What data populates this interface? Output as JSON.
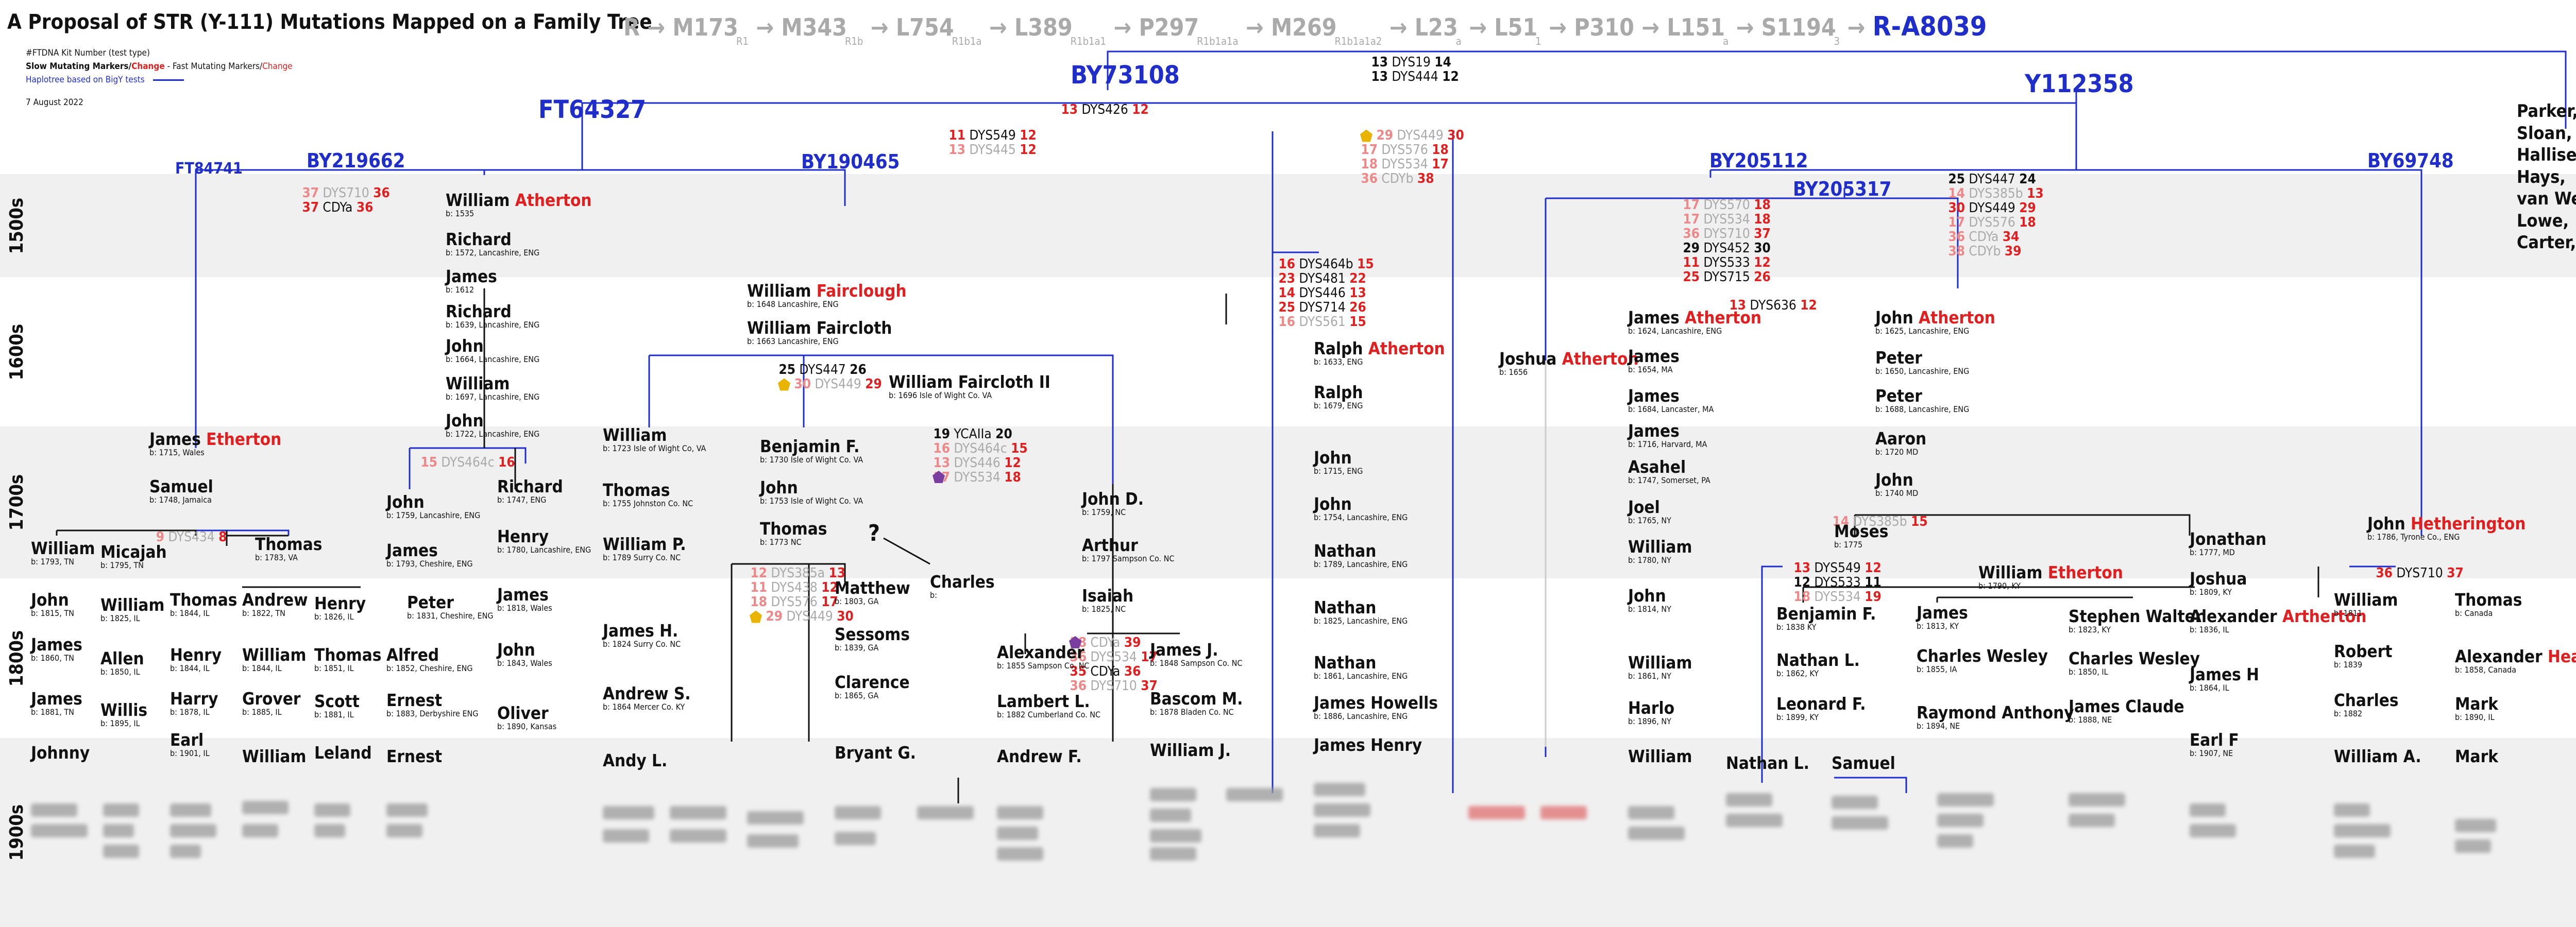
{
  "title": "A Proposal of STR (Y-111) Mutations Mapped on a Family Tree",
  "date": "7 August 2022",
  "legend": {
    "line1": "#FTDNA Kit Number (test type)",
    "line2a": "Slow Mutating Markers/",
    "line2b": "Change",
    "line2c": " - Fast Mutating Markers/",
    "line2d": "Change",
    "line3": "Haplotree based on BigY tests"
  },
  "path": [
    {
      "name": "R",
      "sub": ""
    },
    {
      "name": "M173",
      "sub": "R1"
    },
    {
      "name": "M343",
      "sub": "R1b"
    },
    {
      "name": "L754",
      "sub": "R1b1a"
    },
    {
      "name": "L389",
      "sub": "R1b1a1"
    },
    {
      "name": "P297",
      "sub": "R1b1a1a"
    },
    {
      "name": "M269",
      "sub": "R1b1a1a2"
    },
    {
      "name": "L23",
      "sub": "a"
    },
    {
      "name": "L51",
      "sub": "1"
    },
    {
      "name": "P310",
      "sub": ""
    },
    {
      "name": "L151",
      "sub": "a"
    },
    {
      "name": "S1194",
      "sub": "3"
    }
  ],
  "path_last": "R-A8039",
  "centuries": [
    "1500s",
    "1600s",
    "1700s",
    "1800s",
    "1900s"
  ],
  "surnames": [
    "Parker,",
    "Sloan,",
    "Hallisey,",
    "Hays,",
    "van Weert,",
    "Lowe,",
    "Carter, etc."
  ],
  "haplogroups": [
    {
      "id": "BY73108",
      "text": "BY73108"
    },
    {
      "id": "Y112358",
      "text": "Y112358"
    },
    {
      "id": "FT64327",
      "text": "FT64327"
    },
    {
      "id": "FT84741",
      "text": "FT84741"
    },
    {
      "id": "BY219662",
      "text": "BY219662"
    },
    {
      "id": "BY190465",
      "text": "BY190465"
    },
    {
      "id": "BY205112",
      "text": "BY205112"
    },
    {
      "id": "BY205317",
      "text": "BY205317"
    },
    {
      "id": "BY69748",
      "text": "BY69748"
    }
  ],
  "markers": [
    {
      "v": "13",
      "k": "DYS19",
      "c": "14"
    },
    {
      "v": "13",
      "k": "DYS444",
      "c": "12"
    },
    {
      "v": "13",
      "k": "DYS426",
      "c": "12"
    },
    {
      "v": "11",
      "k": "DYS549",
      "c": "12"
    },
    {
      "v": "13",
      "k": "DYS445",
      "c": "12"
    },
    {
      "v": "29",
      "k": "DYS449",
      "c": "30"
    },
    {
      "v": "17",
      "k": "DYS576",
      "c": "18"
    },
    {
      "v": "18",
      "k": "DYS534",
      "c": "17"
    },
    {
      "v": "36",
      "k": "CDYb",
      "c": "38"
    },
    {
      "v": "37",
      "k": "DYS710",
      "c": "36"
    },
    {
      "v": "37",
      "k": "CDYa",
      "c": "36"
    },
    {
      "v": "25",
      "k": "DYS447",
      "c": "26"
    },
    {
      "v": "30",
      "k": "DYS449",
      "c": "29"
    },
    {
      "v": "15",
      "k": "DYS464c",
      "c": "16"
    },
    {
      "v": "9",
      "k": "DYS434",
      "c": "8"
    },
    {
      "v": "19",
      "k": "YCAIIa",
      "c": "20"
    },
    {
      "v": "16",
      "k": "DYS464c",
      "c": "15"
    },
    {
      "v": "13",
      "k": "DYS446",
      "c": "12"
    },
    {
      "v": "17",
      "k": "DYS534",
      "c": "18"
    },
    {
      "v": "12",
      "k": "DYS385a",
      "c": "13"
    },
    {
      "v": "11",
      "k": "DYS438",
      "c": "12"
    },
    {
      "v": "18",
      "k": "DYS576",
      "c": "17"
    },
    {
      "v": "29",
      "k": "DYS449",
      "c": "30"
    },
    {
      "v": "16",
      "k": "DYS464b",
      "c": "15"
    },
    {
      "v": "23",
      "k": "DYS481",
      "c": "22"
    },
    {
      "v": "14",
      "k": "DYS446",
      "c": "13"
    },
    {
      "v": "25",
      "k": "DYS714",
      "c": "26"
    },
    {
      "v": "16",
      "k": "DYS561",
      "c": "15"
    },
    {
      "v": "38",
      "k": "CDYa",
      "c": "39"
    },
    {
      "v": "36",
      "k": "DYS534",
      "c": "17"
    },
    {
      "v": "35",
      "k": "CDYa",
      "c": "36"
    },
    {
      "v": "36",
      "k": "DYS710",
      "c": "37"
    },
    {
      "v": "17",
      "k": "DYS570",
      "c": "18"
    },
    {
      "v": "17",
      "k": "DYS534",
      "c": "18"
    },
    {
      "v": "36",
      "k": "DYS710",
      "c": "37"
    },
    {
      "v": "29",
      "k": "DYS452",
      "c": "30"
    },
    {
      "v": "11",
      "k": "DYS533",
      "c": "12"
    },
    {
      "v": "25",
      "k": "DYS715",
      "c": "26"
    },
    {
      "v": "25",
      "k": "DYS447",
      "c": "24"
    },
    {
      "v": "14",
      "k": "DYS385b",
      "c": "13"
    },
    {
      "v": "30",
      "k": "DYS449",
      "c": "29"
    },
    {
      "v": "17",
      "k": "DYS576",
      "c": "18"
    },
    {
      "v": "36",
      "k": "CDYa",
      "c": "34"
    },
    {
      "v": "38",
      "k": "CDYb",
      "c": "39"
    },
    {
      "v": "13",
      "k": "DYS636",
      "c": "12"
    },
    {
      "v": "14",
      "k": "DYS385b",
      "c": "15"
    },
    {
      "v": "13",
      "k": "DYS549",
      "c": "12"
    },
    {
      "v": "12",
      "k": "DYS533",
      "c": "11"
    },
    {
      "v": "18",
      "k": "DYS534",
      "c": "19"
    },
    {
      "v": "36",
      "k": "DYS710",
      "c": "37"
    }
  ],
  "people": [
    {
      "n": "William ",
      "s": "Atherton",
      "b": "b: 1535"
    },
    {
      "n": "Richard",
      "s": "",
      "b": "b: 1572, Lancashire, ENG"
    },
    {
      "n": "James",
      "s": "",
      "b": "b: 1612"
    },
    {
      "n": "Richard",
      "s": "",
      "b": "b: 1639, Lancashire, ENG"
    },
    {
      "n": "John",
      "s": "",
      "b": "b: 1664, Lancashire, ENG"
    },
    {
      "n": "William",
      "s": "",
      "b": "b: 1697, Lancashire, ENG"
    },
    {
      "n": "John",
      "s": "",
      "b": "b: 1722, Lancashire, ENG"
    },
    {
      "n": "John",
      "s": "",
      "b": "b: 1759, Lancashire, ENG"
    },
    {
      "n": "Richard",
      "s": "",
      "b": "b: 1747, ENG"
    },
    {
      "n": "James",
      "s": "",
      "b": "b: 1793, Cheshire, ENG"
    },
    {
      "n": "Henry",
      "s": "",
      "b": "b: 1780, Lancashire, ENG"
    },
    {
      "n": "Peter",
      "s": "",
      "b": "b: 1831, Cheshire, ENG"
    },
    {
      "n": "James",
      "s": "",
      "b": "b: 1818, Wales"
    },
    {
      "n": "Alfred",
      "s": "",
      "b": "b: 1852, Cheshire, ENG"
    },
    {
      "n": "John",
      "s": "",
      "b": "b: 1843, Wales"
    },
    {
      "n": "Ernest",
      "s": "",
      "b": "b: 1883, Derbyshire ENG"
    },
    {
      "n": "Oliver",
      "s": "",
      "b": "b: 1890, Kansas"
    },
    {
      "n": "Ernest",
      "s": "",
      "b": ""
    },
    {
      "n": "James ",
      "s": "Etherton",
      "b": "b: 1715, Wales"
    },
    {
      "n": "Samuel",
      "s": "",
      "b": "b: 1748, Jamaica"
    },
    {
      "n": "William",
      "s": "",
      "b": "b: 1793, TN"
    },
    {
      "n": "Micajah",
      "s": "",
      "b": "b: 1795, TN"
    },
    {
      "n": "Thomas",
      "s": "",
      "b": "b: 1783, VA"
    },
    {
      "n": "John",
      "s": "",
      "b": "b: 1815, TN"
    },
    {
      "n": "William",
      "s": "",
      "b": "b: 1825, IL"
    },
    {
      "n": "Thomas",
      "s": "",
      "b": "b: 1844, IL"
    },
    {
      "n": "Andrew",
      "s": "",
      "b": "b: 1822, TN"
    },
    {
      "n": "Henry",
      "s": "",
      "b": "b: 1826, IL"
    },
    {
      "n": "James",
      "s": "",
      "b": "b: 1860, TN"
    },
    {
      "n": "Allen",
      "s": "",
      "b": "b: 1850, IL"
    },
    {
      "n": "Henry",
      "s": "",
      "b": "b: 1844, IL"
    },
    {
      "n": "William",
      "s": "",
      "b": "b: 1844, IL"
    },
    {
      "n": "Thomas",
      "s": "",
      "b": "b: 1851, IL"
    },
    {
      "n": "James",
      "s": "",
      "b": "b: 1881, TN"
    },
    {
      "n": "Willis",
      "s": "",
      "b": "b: 1895, IL"
    },
    {
      "n": "Harry",
      "s": "",
      "b": "b: 1878, IL"
    },
    {
      "n": "Grover",
      "s": "",
      "b": "b: 1885, IL"
    },
    {
      "n": "Scott",
      "s": "",
      "b": "b: 1881, IL"
    },
    {
      "n": "Earl",
      "s": "",
      "b": "b: 1901, IL"
    },
    {
      "n": "Johnny",
      "s": "",
      "b": ""
    },
    {
      "n": "William",
      "s": "",
      "b": ""
    },
    {
      "n": "Leland",
      "s": "",
      "b": ""
    },
    {
      "n": "William ",
      "s": "Fairclough",
      "b": "b: 1648 Lancashire, ENG"
    },
    {
      "n": "William Faircloth",
      "s": "",
      "b": "b: 1663 Lancashire, ENG"
    },
    {
      "n": "William Faircloth II",
      "s": "",
      "b": "b: 1696 Isle of Wight Co. VA"
    },
    {
      "n": "William",
      "s": "",
      "b": "b: 1723 Isle of Wight Co, VA"
    },
    {
      "n": "Benjamin F.",
      "s": "",
      "b": "b: 1730 Isle of Wight Co. VA"
    },
    {
      "n": "Thomas",
      "s": "",
      "b": "b: 1755 Johnston Co. NC"
    },
    {
      "n": "John",
      "s": "",
      "b": "b: 1753 Isle of Wight Co. VA"
    },
    {
      "n": "John D.",
      "s": "",
      "b": "b: 1759, NC"
    },
    {
      "n": "William P.",
      "s": "",
      "b": "b: 1789 Surry Co. NC"
    },
    {
      "n": "Thomas",
      "s": "",
      "b": "b: 1773 NC"
    },
    {
      "n": "Arthur",
      "s": "",
      "b": "b: 1797 Sampson Co. NC"
    },
    {
      "n": "Matthew",
      "s": "",
      "b": "b: 1803, GA"
    },
    {
      "n": "Charles",
      "s": "",
      "b": "b:"
    },
    {
      "n": "Isaiah",
      "s": "",
      "b": "b: 1825, NC"
    },
    {
      "n": "James H.",
      "s": "",
      "b": "b: 1824 Surry Co. NC"
    },
    {
      "n": "Sessoms",
      "s": "",
      "b": "b: 1839, GA"
    },
    {
      "n": "Alexander",
      "s": "",
      "b": "b: 1855 Sampson Co. NC"
    },
    {
      "n": "James J.",
      "s": "",
      "b": "b: 1848 Sampson Co. NC"
    },
    {
      "n": "Andrew S.",
      "s": "",
      "b": "b: 1864 Mercer Co. KY"
    },
    {
      "n": "Clarence",
      "s": "",
      "b": "b: 1865, GA"
    },
    {
      "n": "Lambert L.",
      "s": "",
      "b": "b: 1882 Cumberland Co. NC"
    },
    {
      "n": "Bascom M.",
      "s": "",
      "b": "b: 1878 Bladen Co. NC"
    },
    {
      "n": "Andy L.",
      "s": "",
      "b": ""
    },
    {
      "n": "Bryant G.",
      "s": "",
      "b": ""
    },
    {
      "n": "Andrew F.",
      "s": "",
      "b": ""
    },
    {
      "n": "William J.",
      "s": "",
      "b": ""
    },
    {
      "n": "Ralph ",
      "s": "Atherton",
      "b": "b: 1633, ENG"
    },
    {
      "n": "Ralph",
      "s": "",
      "b": "b: 1679, ENG"
    },
    {
      "n": "John",
      "s": "",
      "b": "b: 1715, ENG"
    },
    {
      "n": "John",
      "s": "",
      "b": "b: 1754, Lancashire, ENG"
    },
    {
      "n": "Nathan",
      "s": "",
      "b": "b: 1789, Lancashire, ENG"
    },
    {
      "n": "Nathan",
      "s": "",
      "b": "b: 1825, Lancashire, ENG"
    },
    {
      "n": "Nathan",
      "s": "",
      "b": "b: 1861, Lancashire, ENG"
    },
    {
      "n": "James Howells",
      "s": "",
      "b": "b: 1886, Lancashire, ENG"
    },
    {
      "n": "James Henry",
      "s": "",
      "b": ""
    },
    {
      "n": "Joshua ",
      "s": "Atherton",
      "b": "b: 1656"
    },
    {
      "n": "James ",
      "s": "Atherton",
      "b": "b: 1624, Lancashire, ENG"
    },
    {
      "n": "James",
      "s": "",
      "b": "b: 1654, MA"
    },
    {
      "n": "James",
      "s": "",
      "b": "b: 1684, Lancaster, MA"
    },
    {
      "n": "James",
      "s": "",
      "b": "b: 1716, Harvard, MA"
    },
    {
      "n": "Asahel",
      "s": "",
      "b": "b: 1747, Somerset, PA"
    },
    {
      "n": "Joel",
      "s": "",
      "b": "b: 1765, NY"
    },
    {
      "n": "William",
      "s": "",
      "b": "b: 1780, NY"
    },
    {
      "n": "John",
      "s": "",
      "b": "b: 1814, NY"
    },
    {
      "n": "William",
      "s": "",
      "b": "b: 1861, NY"
    },
    {
      "n": "Harlo",
      "s": "",
      "b": "b: 1896, NY"
    },
    {
      "n": "William",
      "s": "",
      "b": ""
    },
    {
      "n": "John ",
      "s": "Atherton",
      "b": "b: 1625, Lancashire, ENG"
    },
    {
      "n": "Peter",
      "s": "",
      "b": "b: 1650, Lancashire, ENG"
    },
    {
      "n": "Peter",
      "s": "",
      "b": "b: 1688, Lancashire, ENG"
    },
    {
      "n": "Aaron",
      "s": "",
      "b": "b: 1720 MD"
    },
    {
      "n": "John",
      "s": "",
      "b": "b: 1740 MD"
    },
    {
      "n": "Moses",
      "s": "",
      "b": "b: 1775"
    },
    {
      "n": "Benjamin F.",
      "s": "",
      "b": "b: 1838 KY"
    },
    {
      "n": "Nathan L.",
      "s": "",
      "b": "b: 1862, KY"
    },
    {
      "n": "Leonard F.",
      "s": "",
      "b": "b: 1899, KY"
    },
    {
      "n": "Nathan L.",
      "s": "",
      "b": ""
    },
    {
      "n": "Samuel",
      "s": "",
      "b": ""
    },
    {
      "n": "William ",
      "s": "Etherton",
      "b": "b: 1790, KY"
    },
    {
      "n": "James",
      "s": "",
      "b": "b: 1813, KY"
    },
    {
      "n": "Stephen Walter",
      "s": "",
      "b": "b: 1823, KY"
    },
    {
      "n": "Charles Wesley",
      "s": "",
      "b": "b: 1855, IA"
    },
    {
      "n": "Charles Wesley",
      "s": "",
      "b": "b: 1850, IL"
    },
    {
      "n": "Raymond Anthony",
      "s": "",
      "b": "b: 1894, NE"
    },
    {
      "n": "James Claude",
      "s": "",
      "b": "b: 1888, NE"
    },
    {
      "n": "Jonathan",
      "s": "",
      "b": "b: 1777, MD"
    },
    {
      "n": "Joshua",
      "s": "",
      "b": "b: 1809, KY"
    },
    {
      "n": "Alexander ",
      "s": "Artherton",
      "b": "b: 1836, IL"
    },
    {
      "n": "James H",
      "s": "",
      "b": "b: 1864, IL"
    },
    {
      "n": "Earl F",
      "s": "",
      "b": "b: 1907, NE"
    },
    {
      "n": "John ",
      "s": "Hetherington",
      "b": "b: 1786, Tyrone Co., ENG"
    },
    {
      "n": "William",
      "s": "",
      "b": "b: 1811"
    },
    {
      "n": "Thomas",
      "s": "",
      "b": "b: Canada"
    },
    {
      "n": "Robert",
      "s": "",
      "b": "b: 1839"
    },
    {
      "n": "Alexander ",
      "s": "Heatherington",
      "b": "b: 1858, Canada"
    },
    {
      "n": "Charles",
      "s": "",
      "b": "b: 1882"
    },
    {
      "n": "Mark",
      "s": "",
      "b": "b: 1890, IL"
    },
    {
      "n": "William A.",
      "s": "",
      "b": ""
    },
    {
      "n": "Mark",
      "s": "",
      "b": ""
    }
  ]
}
